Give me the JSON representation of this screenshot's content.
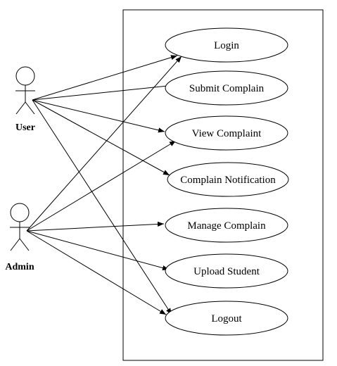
{
  "diagram": {
    "type": "use-case",
    "actors": [
      {
        "id": "user",
        "name": "User"
      },
      {
        "id": "admin",
        "name": "Admin"
      }
    ],
    "use_cases": [
      {
        "id": "login",
        "label": "Login"
      },
      {
        "id": "submit",
        "label": "Submit Complain"
      },
      {
        "id": "view",
        "label": "View Complaint"
      },
      {
        "id": "notify",
        "label": "Complain Notification"
      },
      {
        "id": "manage",
        "label": "Manage Complain"
      },
      {
        "id": "upload",
        "label": "Upload Student"
      },
      {
        "id": "logout",
        "label": "Logout"
      }
    ],
    "associations": [
      {
        "from": "user",
        "to": "login"
      },
      {
        "from": "user",
        "to": "submit"
      },
      {
        "from": "user",
        "to": "view"
      },
      {
        "from": "user",
        "to": "notify"
      },
      {
        "from": "user",
        "to": "logout"
      },
      {
        "from": "admin",
        "to": "login"
      },
      {
        "from": "admin",
        "to": "view"
      },
      {
        "from": "admin",
        "to": "manage"
      },
      {
        "from": "admin",
        "to": "upload"
      },
      {
        "from": "admin",
        "to": "logout"
      }
    ]
  }
}
